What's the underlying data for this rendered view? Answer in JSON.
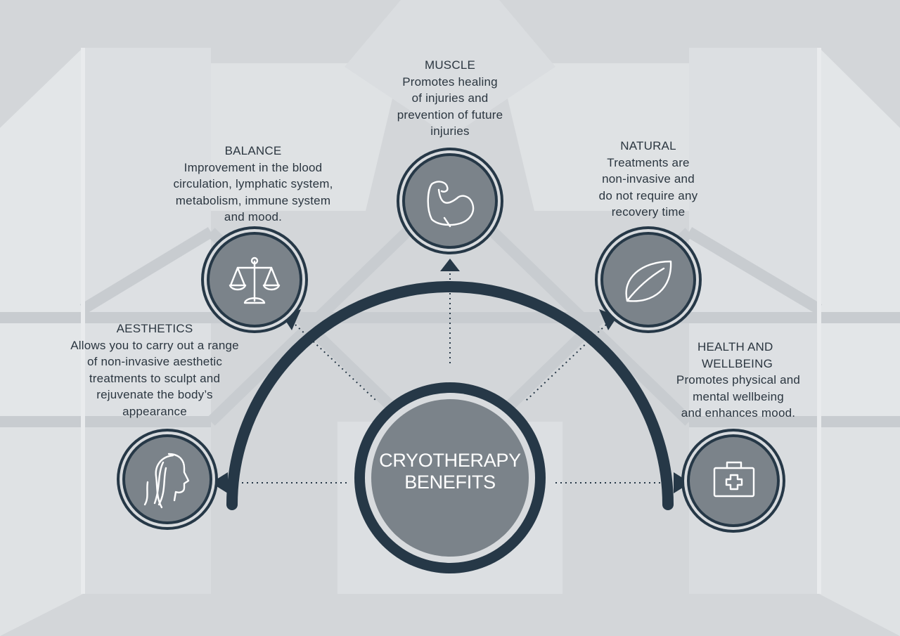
{
  "center": {
    "line1": "CRYOTHERAPY",
    "line2": "BENEFITS"
  },
  "benefits": {
    "aesthetics": {
      "title": "AESTHETICS",
      "lines": [
        "Allows you to carry out a range",
        "of non-invasive aesthetic",
        "treatments to sculpt and",
        "rejuvenate the body’s",
        "appearance"
      ],
      "icon": "face-profile-icon"
    },
    "balance": {
      "title": "BALANCE",
      "lines": [
        "Improvement in the blood",
        "circulation, lymphatic system,",
        "metabolism, immune system",
        "and mood."
      ],
      "icon": "scales-icon"
    },
    "muscle": {
      "title": "MUSCLE",
      "lines": [
        "Promotes healing",
        "of injuries and",
        "prevention of future",
        "injuries"
      ],
      "icon": "flexed-arm-icon"
    },
    "natural": {
      "title": "NATURAL",
      "lines": [
        "Treatments are",
        "non-invasive and",
        "do not require any",
        "recovery time"
      ],
      "icon": "leaf-icon"
    },
    "health": {
      "title_lines": [
        "HEALTH AND",
        "WELLBEING"
      ],
      "lines": [
        "Promotes physical and",
        "mental wellbeing",
        "and enhances mood."
      ],
      "icon": "first-aid-kit-icon"
    }
  },
  "colors": {
    "background": "#d3d6d9",
    "pattern_light": "#e6e8ea",
    "pattern_mid": "#c7cbcf",
    "dark_navy": "#263847",
    "icon_fill": "#7b838a",
    "text": "#2b3640"
  }
}
